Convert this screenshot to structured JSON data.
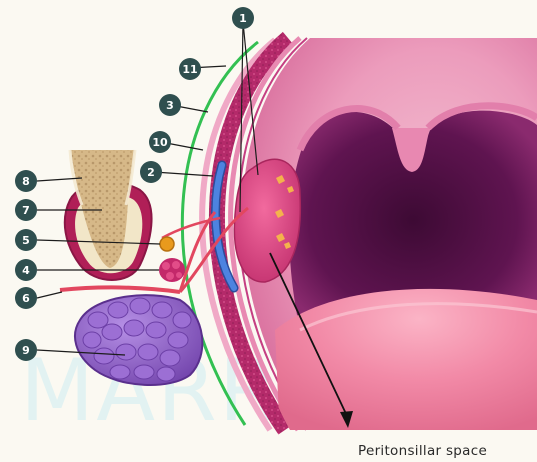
{
  "watermark": "MARROW",
  "caption": "Peritonsillar space",
  "markers": [
    "1",
    "2",
    "3",
    "4",
    "5",
    "6",
    "8",
    "7",
    "9",
    "10",
    "11"
  ],
  "colors": {
    "background": "#fbf9f2",
    "marker_fill": "#2f4f4f",
    "mucosa_pink": "#e58ab0",
    "oral_cavity": "#6e1a55",
    "tongue": "#f07e9e",
    "tonsil": "#d8417f",
    "fascia_green": "#33c052",
    "constrictor_muscle": "#b42a6a",
    "vessel_red": "#e2475f",
    "vessel_blue": "#3b6fd0",
    "gland_purple": "#8a5ac0",
    "nerve_orange": "#e99a1d"
  }
}
